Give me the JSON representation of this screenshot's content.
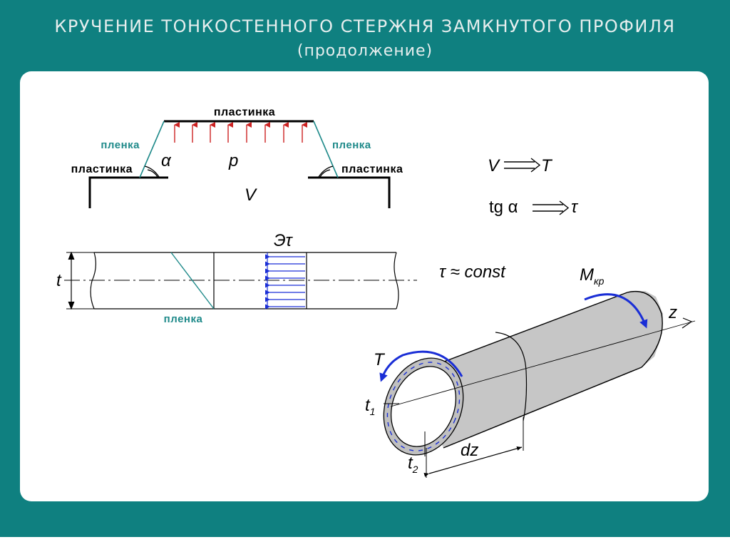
{
  "header": {
    "title": "КРУЧЕНИЕ ТОНКОСТЕННОГО СТЕРЖНЯ ЗАМКНУТОГО ПРОФИЛЯ",
    "subtitle": "(продолжение)"
  },
  "diagram": {
    "plate_top": "пластинка",
    "plate_left": "пластинка",
    "plate_right": "пластинка",
    "film_left": "пленка",
    "film_right": "пленка",
    "film_bottom": "пленка",
    "alpha": "α",
    "p": "p",
    "v": "V",
    "t": "t",
    "e_tau": "Эτ",
    "tau_const": "τ ≈ const",
    "formula1_lhs": "V",
    "formula1_rhs": "T",
    "formula2_lhs": "tg α",
    "formula2_rhs": "τ",
    "m_kp": "M",
    "m_kp_sub": "кр",
    "z": "z",
    "T_label": "T",
    "t1": "t",
    "t1_sub": "1",
    "t2": "t",
    "t2_sub": "2",
    "dz": "dz"
  },
  "colors": {
    "background": "#0f8080",
    "film": "#1f8a8a",
    "pressure_arrows": "#cc2222",
    "shear_arrows": "#1a2ed6",
    "cylinder": "#c8c8c8"
  }
}
